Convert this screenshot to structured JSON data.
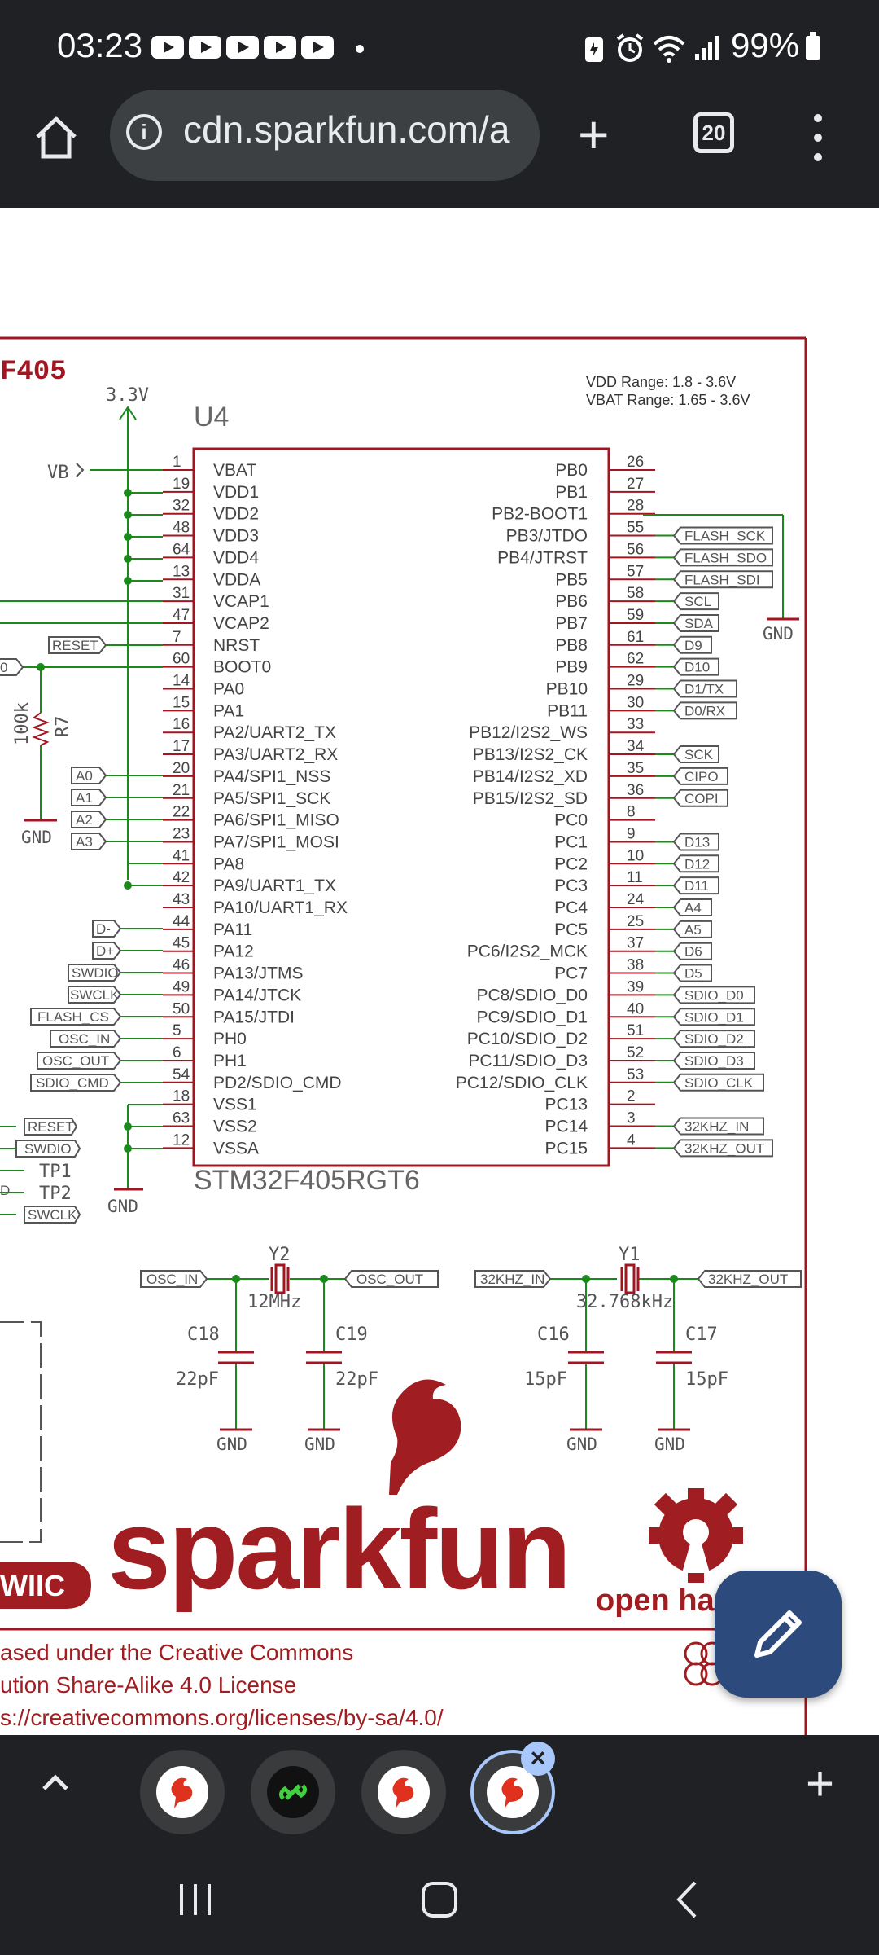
{
  "status": {
    "time": "03:23",
    "battery": "99%"
  },
  "browser": {
    "url": "cdn.sparkfun.com/a",
    "tab_count": "20"
  },
  "schematic": {
    "board_label": "F405",
    "ref": "U4",
    "part_name": "STM32F405RGT6",
    "vdd_range": "VDD Range: 1.8 - 3.6V",
    "vbat_range": "VBAT Range: 1.65 - 3.6V",
    "rail_3v3": "3.3V",
    "vb": "VB",
    "gnd": "GND",
    "r7_value": "100k",
    "r7_ref": "R7",
    "left_pins": [
      {
        "num": "1",
        "name": "VBAT"
      },
      {
        "num": "19",
        "name": "VDD1"
      },
      {
        "num": "32",
        "name": "VDD2"
      },
      {
        "num": "48",
        "name": "VDD3"
      },
      {
        "num": "64",
        "name": "VDD4"
      },
      {
        "num": "13",
        "name": "VDDA"
      },
      {
        "num": "31",
        "name": "VCAP1"
      },
      {
        "num": "47",
        "name": "VCAP2"
      },
      {
        "num": "7",
        "name": "NRST"
      },
      {
        "num": "60",
        "name": "BOOT0"
      },
      {
        "num": "14",
        "name": "PA0"
      },
      {
        "num": "15",
        "name": "PA1"
      },
      {
        "num": "16",
        "name": "PA2/UART2_TX"
      },
      {
        "num": "17",
        "name": "PA3/UART2_RX"
      },
      {
        "num": "20",
        "name": "PA4/SPI1_NSS"
      },
      {
        "num": "21",
        "name": "PA5/SPI1_SCK"
      },
      {
        "num": "22",
        "name": "PA6/SPI1_MISO"
      },
      {
        "num": "23",
        "name": "PA7/SPI1_MOSI"
      },
      {
        "num": "41",
        "name": "PA8"
      },
      {
        "num": "42",
        "name": "PA9/UART1_TX"
      },
      {
        "num": "43",
        "name": "PA10/UART1_RX"
      },
      {
        "num": "44",
        "name": "PA11"
      },
      {
        "num": "45",
        "name": "PA12"
      },
      {
        "num": "46",
        "name": "PA13/JTMS"
      },
      {
        "num": "49",
        "name": "PA14/JTCK"
      },
      {
        "num": "50",
        "name": "PA15/JTDI"
      },
      {
        "num": "5",
        "name": "PH0"
      },
      {
        "num": "6",
        "name": "PH1"
      },
      {
        "num": "54",
        "name": "PD2/SDIO_CMD"
      },
      {
        "num": "18",
        "name": "VSS1"
      },
      {
        "num": "63",
        "name": "VSS2"
      },
      {
        "num": "12",
        "name": "VSSA"
      }
    ],
    "right_pins": [
      {
        "num": "26",
        "name": "PB0",
        "net": ""
      },
      {
        "num": "27",
        "name": "PB1",
        "net": ""
      },
      {
        "num": "28",
        "name": "PB2-BOOT1",
        "net": ""
      },
      {
        "num": "55",
        "name": "PB3/JTDO",
        "net": "FLASH_SCK"
      },
      {
        "num": "56",
        "name": "PB4/JTRST",
        "net": "FLASH_SDO"
      },
      {
        "num": "57",
        "name": "PB5",
        "net": "FLASH_SDI"
      },
      {
        "num": "58",
        "name": "PB6",
        "net": "SCL"
      },
      {
        "num": "59",
        "name": "PB7",
        "net": "SDA"
      },
      {
        "num": "61",
        "name": "PB8",
        "net": "D9"
      },
      {
        "num": "62",
        "name": "PB9",
        "net": "D10"
      },
      {
        "num": "29",
        "name": "PB10",
        "net": "D1/TX"
      },
      {
        "num": "30",
        "name": "PB11",
        "net": "D0/RX"
      },
      {
        "num": "33",
        "name": "PB12/I2S2_WS",
        "net": ""
      },
      {
        "num": "34",
        "name": "PB13/I2S2_CK",
        "net": "SCK"
      },
      {
        "num": "35",
        "name": "PB14/I2S2_XD",
        "net": "CIPO"
      },
      {
        "num": "36",
        "name": "PB15/I2S2_SD",
        "net": "COPI"
      },
      {
        "num": "8",
        "name": "PC0",
        "net": ""
      },
      {
        "num": "9",
        "name": "PC1",
        "net": "D13"
      },
      {
        "num": "10",
        "name": "PC2",
        "net": "D12"
      },
      {
        "num": "11",
        "name": "PC3",
        "net": "D11"
      },
      {
        "num": "24",
        "name": "PC4",
        "net": "A4"
      },
      {
        "num": "25",
        "name": "PC5",
        "net": "A5"
      },
      {
        "num": "37",
        "name": "PC6/I2S2_MCK",
        "net": "D6"
      },
      {
        "num": "38",
        "name": "PC7",
        "net": "D5"
      },
      {
        "num": "39",
        "name": "PC8/SDIO_D0",
        "net": "SDIO_D0"
      },
      {
        "num": "40",
        "name": "PC9/SDIO_D1",
        "net": "SDIO_D1"
      },
      {
        "num": "51",
        "name": "PC10/SDIO_D2",
        "net": "SDIO_D2"
      },
      {
        "num": "52",
        "name": "PC11/SDIO_D3",
        "net": "SDIO_D3"
      },
      {
        "num": "53",
        "name": "PC12/SDIO_CLK",
        "net": "SDIO_CLK"
      },
      {
        "num": "2",
        "name": "PC13",
        "net": ""
      },
      {
        "num": "3",
        "name": "PC14",
        "net": "32KHZ_IN"
      },
      {
        "num": "4",
        "name": "PC15",
        "net": "32KHZ_OUT"
      }
    ],
    "left_nets": {
      "reset": "RESET",
      "boot": "0",
      "a0": "A0",
      "a1": "A1",
      "a2": "A2",
      "a3": "A3",
      "dm": "D-",
      "dp": "D+",
      "swdio": "SWDIO",
      "swclk": "SWCLK",
      "flash_cs": "FLASH_CS",
      "osc_in": "OSC_IN",
      "osc_out": "OSC_OUT",
      "sdio_cmd": "SDIO_CMD",
      "edge_d": "D"
    },
    "testpoints": {
      "reset": "RESET",
      "swdio": "SWDIO",
      "tp1": "TP1",
      "tp2": "TP2",
      "swclk": "SWCLK"
    },
    "crystal1": {
      "ref": "Y2",
      "value": "12MHz",
      "in": "OSC_IN",
      "out": "OSC_OUT",
      "cap_a_ref": "C18",
      "cap_a_val": "22pF",
      "cap_b_ref": "C19",
      "cap_b_val": "22pF"
    },
    "crystal2": {
      "ref": "Y1",
      "value": "32.768kHz",
      "in": "32KHZ_IN",
      "out": "32KHZ_OUT",
      "cap_a_ref": "C16",
      "cap_a_val": "15pF",
      "cap_b_ref": "C17",
      "cap_b_val": "15pF"
    },
    "logo_text": "sparkfun",
    "qwiic_text": "WIIC",
    "oshw_text": "open har",
    "license": [
      "ased under the Creative Commons",
      "ution Share-Alike 4.0 License",
      "s://creativecommons.org/licenses/by-sa/4.0/"
    ]
  },
  "colors": {
    "frame": "#a31621",
    "wire": "#1a8a1a",
    "text": "#333333",
    "brand": "#a01d21"
  }
}
